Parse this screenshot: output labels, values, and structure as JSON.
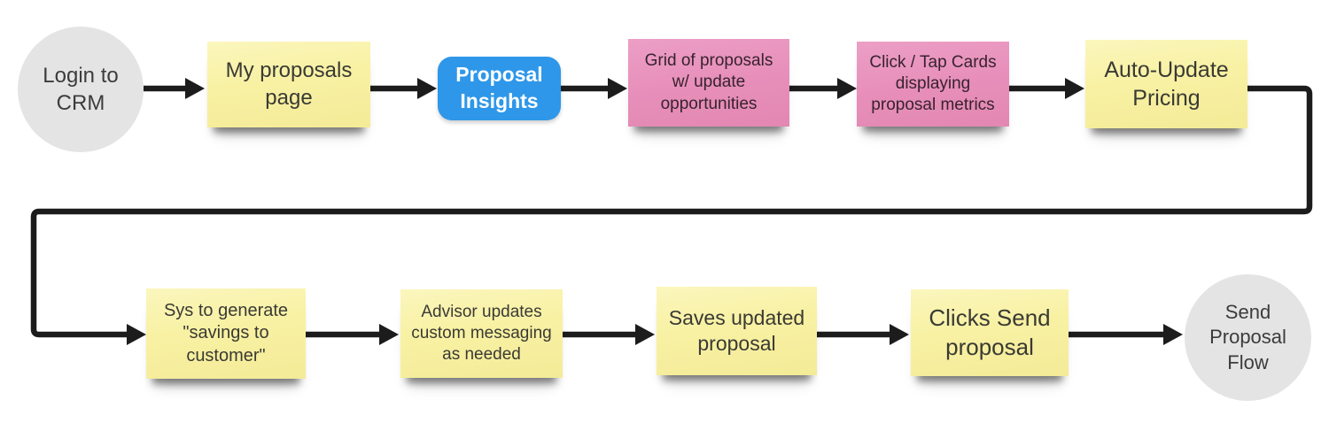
{
  "diagram": {
    "title": "Proposal update CRM flow",
    "type": "flowchart"
  },
  "colors": {
    "sticky_yellow": "#f8f1a3",
    "sticky_yellow_hi": "#fbf6bd",
    "sticky_yellow_lo": "#f4eb98",
    "sticky_pink": "#e78fba",
    "sticky_pink_hi": "#ec9fc6",
    "sticky_pink_lo": "#e287b2",
    "action_blue": "#2e97e9",
    "terminal_gray": "#e5e4e4",
    "arrow_black": "#1c1c1c"
  },
  "nodes": [
    {
      "id": "start",
      "type": "terminal-circle",
      "label": "Login to CRM"
    },
    {
      "id": "my-proposals-page",
      "type": "sticky-yellow",
      "label": "My proposals page"
    },
    {
      "id": "proposal-insights",
      "type": "action-blue",
      "label": "Proposal Insights"
    },
    {
      "id": "grid-of-proposals",
      "type": "sticky-pink",
      "label": "Grid of proposals w/ update opportunities"
    },
    {
      "id": "click-tap-cards",
      "type": "sticky-pink",
      "label": "Click / Tap Cards displaying proposal metrics"
    },
    {
      "id": "auto-update-pricing",
      "type": "sticky-yellow",
      "label": "Auto-Update Pricing"
    },
    {
      "id": "sys-generate-savings",
      "type": "sticky-yellow",
      "label": "Sys to generate \"savings to customer\""
    },
    {
      "id": "advisor-updates-messaging",
      "type": "sticky-yellow",
      "label": "Advisor updates custom messaging as needed"
    },
    {
      "id": "saves-updated-proposal",
      "type": "sticky-yellow",
      "label": "Saves updated proposal"
    },
    {
      "id": "clicks-send-proposal",
      "type": "sticky-yellow",
      "label": "Clicks Send proposal"
    },
    {
      "id": "end",
      "type": "terminal-circle",
      "label": "Send Proposal Flow"
    }
  ],
  "edges": [
    {
      "from": "start",
      "to": "my-proposals-page"
    },
    {
      "from": "my-proposals-page",
      "to": "proposal-insights"
    },
    {
      "from": "proposal-insights",
      "to": "grid-of-proposals"
    },
    {
      "from": "grid-of-proposals",
      "to": "click-tap-cards"
    },
    {
      "from": "click-tap-cards",
      "to": "auto-update-pricing"
    },
    {
      "from": "auto-update-pricing",
      "to": "sys-generate-savings"
    },
    {
      "from": "sys-generate-savings",
      "to": "advisor-updates-messaging"
    },
    {
      "from": "advisor-updates-messaging",
      "to": "saves-updated-proposal"
    },
    {
      "from": "saves-updated-proposal",
      "to": "clicks-send-proposal"
    },
    {
      "from": "clicks-send-proposal",
      "to": "end"
    }
  ]
}
